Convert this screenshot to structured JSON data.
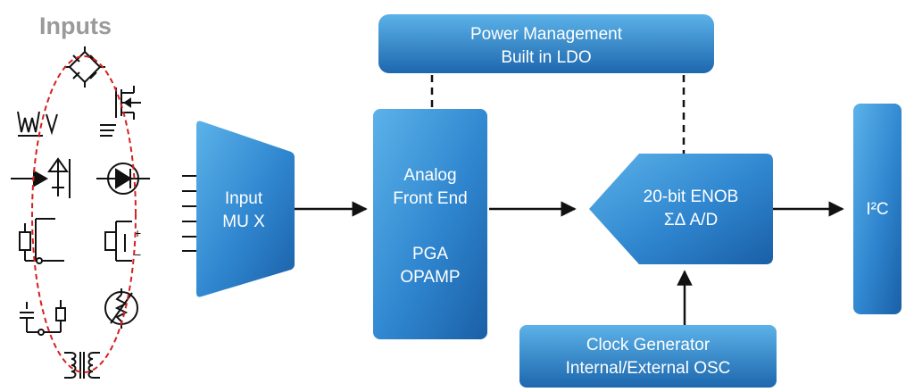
{
  "inputs_heading": "Inputs",
  "blocks": {
    "power": {
      "line1": "Power Management",
      "line2": "Built in LDO"
    },
    "mux": {
      "line1": "Input",
      "line2": "MU X"
    },
    "afe": {
      "line1": "Analog",
      "line2": "Front End",
      "line3": "PGA",
      "line4": "OPAMP"
    },
    "adc": {
      "line1": "20-bit ENOB",
      "line2": "ΣΔ A/D"
    },
    "i2c": {
      "label": "I²C"
    },
    "clock": {
      "line1": "Clock Generator",
      "line2": "Internal/External OSC"
    }
  },
  "sensor_symbols": {
    "items": [
      {
        "icon": "bridge-icon"
      },
      {
        "icon": "mosfet-icon"
      },
      {
        "icon": "thermocouple-icon"
      },
      {
        "icon": "diode-icon"
      },
      {
        "icon": "photodiode-icon"
      },
      {
        "icon": "resistor-sensor-icon"
      },
      {
        "icon": "voltage-source-icon"
      },
      {
        "icon": "rc-sensor-icon"
      },
      {
        "icon": "thermistor-icon"
      },
      {
        "icon": "transformer-icon"
      }
    ],
    "polarity": {
      "plus": "+",
      "minus": "−"
    }
  },
  "colors": {
    "block_light": "#4aa3de",
    "block_dark": "#1a63a9",
    "arrow": "#111111",
    "loop": "#d42020",
    "heading": "#9a9a9a"
  }
}
